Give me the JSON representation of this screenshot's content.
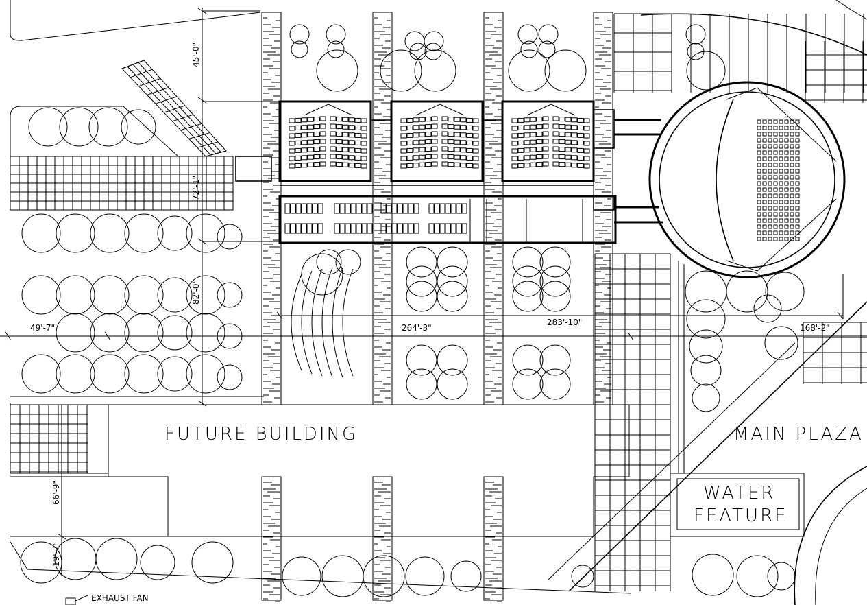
{
  "labels": {
    "future_building": "FUTURE BUILDING",
    "main_plaza": "MAIN PLAZA",
    "water_feature_1": "WATER",
    "water_feature_2": "FEATURE",
    "exhaust_fan": "EXHAUST FAN"
  },
  "dimensions": {
    "d45": "45'-0\"",
    "d72": "72'-1\"",
    "d82": "82'-0\"",
    "d66": "66'-9\"",
    "d19": "19'-7\"",
    "d49": "49'-7\"",
    "d264": "264'-3\"",
    "d283": "283'-10\"",
    "d168": "168'-2\""
  },
  "colors": {
    "line": "#000000",
    "background": "#ffffff"
  }
}
